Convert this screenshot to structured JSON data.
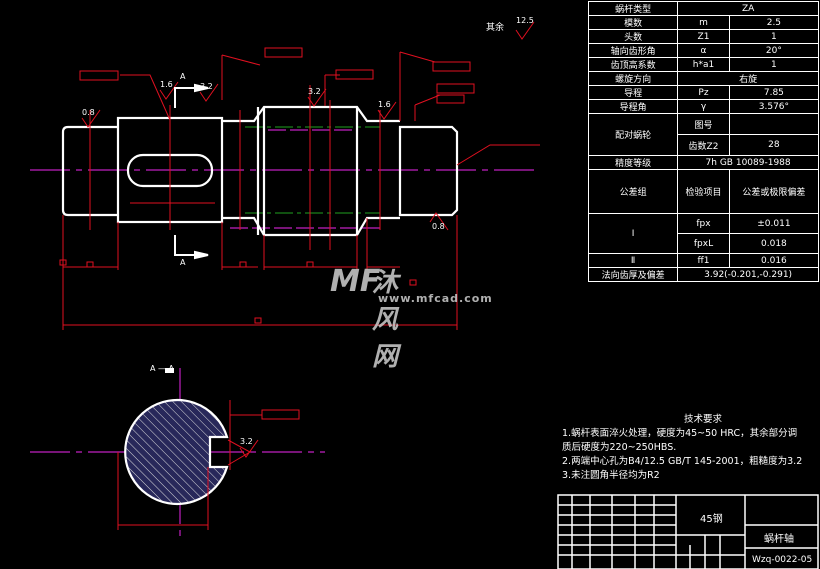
{
  "drawing": {
    "section_label": "A",
    "section_title": "A — A",
    "roughness_general_label": "其余",
    "roughness_general": "12.5",
    "roughness_values": [
      "0.8",
      "1.6",
      "3.2",
      "1.6",
      "3.2",
      "0.8",
      "3.2"
    ],
    "colors": {
      "outline": "#ffffff",
      "dimension": "#e01020",
      "center": "#c020c0",
      "pitch": "#20a020",
      "hatch": "#28285a"
    }
  },
  "param_table": {
    "rows": [
      [
        "蜗杆类型",
        "ZA"
      ],
      [
        "模数",
        "m",
        "2.5"
      ],
      [
        "头数",
        "Z1",
        "1"
      ],
      [
        "轴向齿形角",
        "α",
        "20°"
      ],
      [
        "齿顶高系数",
        "h*a1",
        "1"
      ],
      [
        "螺旋方向",
        "右旋"
      ],
      [
        "导程",
        "Pz",
        "7.85"
      ],
      [
        "导程角",
        "γ",
        "3.576°"
      ]
    ],
    "mating": {
      "label": "配对蜗轮",
      "drawing_no": "图号",
      "teeth_label": "齿数Z2",
      "teeth": "28"
    },
    "precision": {
      "label": "精度等级",
      "value": "7h GB 10089-1988"
    },
    "tolerance_header": [
      "公差组",
      "检验项目",
      "公差或极限偏差"
    ],
    "group1": {
      "group": "Ⅰ",
      "items": [
        [
          "fpx",
          "±0.011"
        ],
        [
          "fpxL",
          "0.018"
        ]
      ]
    },
    "group2": {
      "group": "Ⅱ",
      "item": "ff1",
      "value": "0.016"
    },
    "thickness": {
      "label": "法向齿厚及偏差",
      "value": "3.92(-0.201,-0.291)"
    }
  },
  "tech_requirements": {
    "title": "技术要求",
    "lines": [
      "1.蜗杆表面淬火处理，硬度为45~50 HRC，其余部分调",
      "质后硬度为220~250HBS.",
      "2.两端中心孔为B4/12.5 GB/T 145-2001，粗糙度为3.2",
      "3.未注圆角半径均为R2"
    ]
  },
  "title_block": {
    "material": "45钢",
    "part_name": "蜗杆轴",
    "drawing_number": "Wzq-0022-05"
  },
  "watermark": {
    "logo": "MF",
    "name": "沐风网",
    "url": "www.mfcad.com"
  }
}
